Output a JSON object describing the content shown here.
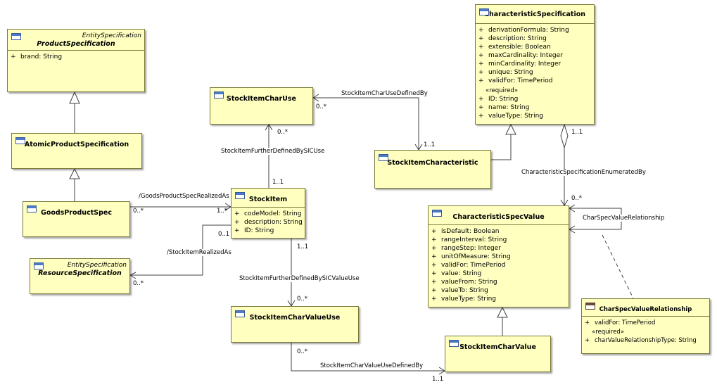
{
  "classes": {
    "product_specification": {
      "stereotype": "EntitySpecification",
      "name": "ProductSpecification",
      "attributes": [
        {
          "vis": "+",
          "text": "brand: String"
        }
      ]
    },
    "atomic_product_specification": {
      "name": "AtomicProductSpecification"
    },
    "goods_product_spec": {
      "name": "GoodsProductSpec"
    },
    "resource_specification": {
      "stereotype": "EntitySpecification",
      "name": "ResourceSpecification"
    },
    "stock_item_char_use": {
      "name": "StockItemCharUse"
    },
    "stock_item": {
      "name": "StockItem",
      "attributes": [
        {
          "vis": "+",
          "text": "codeModel: String"
        },
        {
          "vis": "+",
          "text": "description: String"
        },
        {
          "vis": "+",
          "text": "ID: String"
        }
      ]
    },
    "stock_item_char_value_use": {
      "name": "StockItemCharValueUse"
    },
    "stock_item_characteristic": {
      "name": "StockItemCharacteristic"
    },
    "characteristic_specification": {
      "name": "CharacteristicSpecification",
      "attributes": [
        {
          "vis": "+",
          "text": "derivationFormula: String"
        },
        {
          "vis": "+",
          "text": "description: String"
        },
        {
          "vis": "+",
          "text": "extensible: Boolean"
        },
        {
          "vis": "+",
          "text": "maxCardinality: Integer"
        },
        {
          "vis": "+",
          "text": "minCardinality: Integer"
        },
        {
          "vis": "+",
          "text": "unique: String"
        },
        {
          "vis": "+",
          "text": "validFor: TimePeriod"
        }
      ],
      "section": "«required»",
      "required_attributes": [
        {
          "vis": "+",
          "text": "ID: String"
        },
        {
          "vis": "+",
          "text": "name: String"
        },
        {
          "vis": "+",
          "text": "valueType: String"
        }
      ]
    },
    "characteristic_spec_value": {
      "name": "CharacteristicSpecValue",
      "attributes": [
        {
          "vis": "+",
          "text": "isDefault: Boolean"
        },
        {
          "vis": "+",
          "text": "rangeInterval: String"
        },
        {
          "vis": "+",
          "text": "rangeStep: Integer"
        },
        {
          "vis": "+",
          "text": "unitOfMeasure: String"
        },
        {
          "vis": "+",
          "text": "validFor: TimePeriod"
        },
        {
          "vis": "+",
          "text": "value: String"
        },
        {
          "vis": "+",
          "text": "valueFrom: String"
        },
        {
          "vis": "+",
          "text": "valueTo: String"
        },
        {
          "vis": "+",
          "text": "valueType: String"
        }
      ]
    },
    "stock_item_char_value": {
      "name": "StockItemCharValue"
    },
    "char_spec_value_relationship": {
      "name": "CharSpecValueRelationship",
      "attributes": [
        {
          "vis": "+",
          "text": "validFor: TimePeriod"
        }
      ],
      "section": "«required»",
      "required_attributes": [
        {
          "vis": "+",
          "text": "charValueRelationshipType: String"
        }
      ]
    }
  },
  "associations": {
    "goods_spec_realized_as": {
      "label": "/GoodsProductSpecRealizedAs",
      "mult_source": "0..*",
      "mult_target": "1..*"
    },
    "stock_item_realized_as": {
      "label": "/StockItemRealizedAs",
      "mult_source": "0..1",
      "mult_target": "0..*"
    },
    "further_defined_by_sic_use": {
      "label": "StockItemFurtherDefinedBySICUse",
      "mult_top": "0..*",
      "mult_bottom": "1..1"
    },
    "further_defined_by_sic_value_use": {
      "label": "StockItemFurtherDefinedBySICValueUse",
      "mult_top": "1..1",
      "mult_bottom": "0..*"
    },
    "char_use_defined_by": {
      "label": "StockItemCharUseDefinedBy",
      "mult_source": "0..*",
      "mult_target": "1..1"
    },
    "char_value_use_defined_by": {
      "label": "StockItemCharValueUseDefinedBy",
      "mult_source": "0..*",
      "mult_target": "1..1"
    },
    "spec_enumerated_by": {
      "label": "CharacteristicSpecificationEnumeratedBy",
      "mult_top": "1..1",
      "mult_bottom": "0..*"
    },
    "spec_value_relationship": {
      "label": "CharSpecValueRelationship"
    }
  }
}
